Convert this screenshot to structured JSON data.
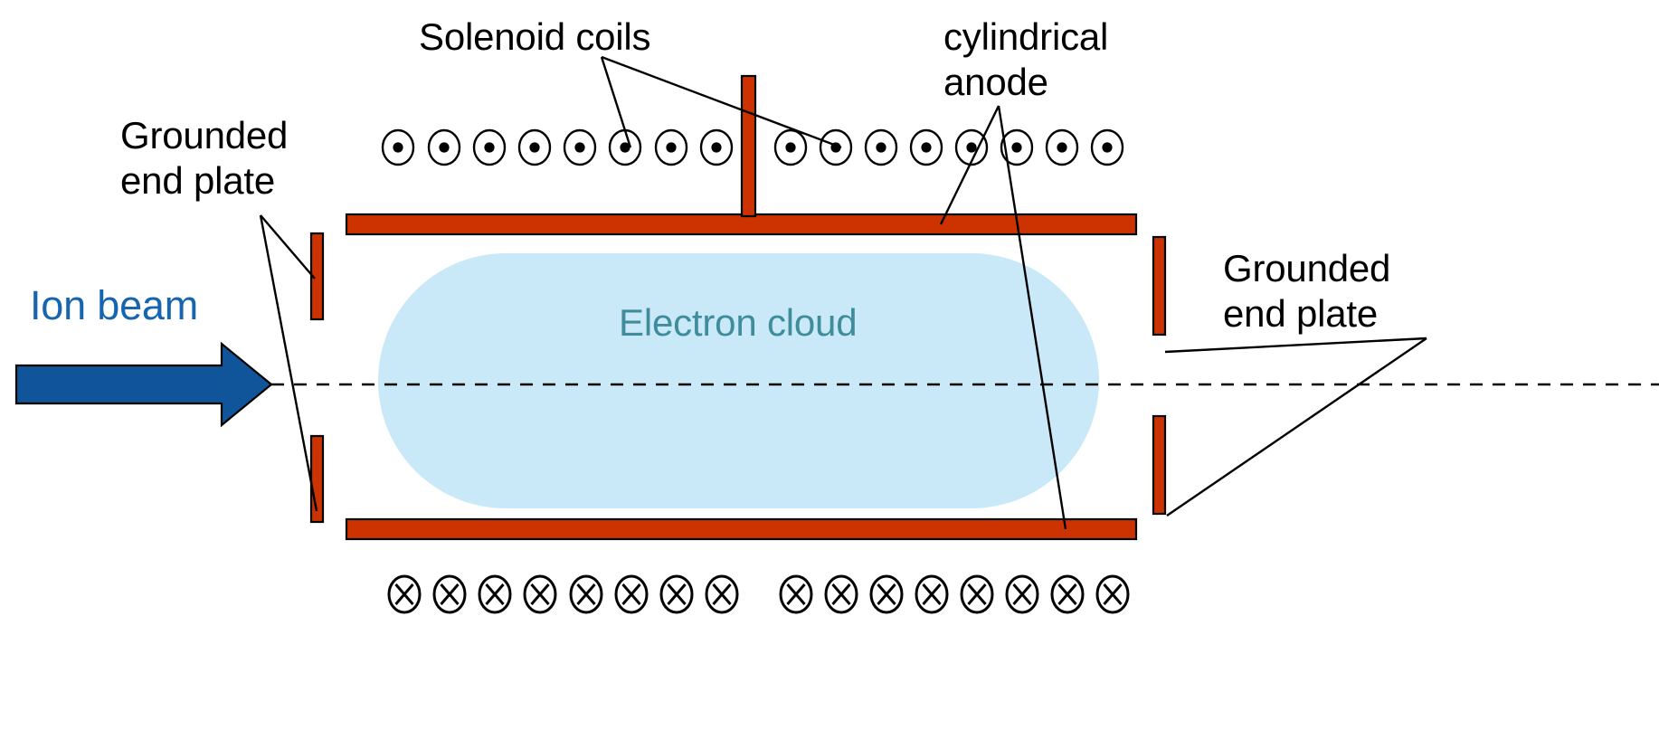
{
  "figure": {
    "title": "Cylindrical anode electron cloud ion beam neutralizer schematic",
    "background_color": "#FFFFFF"
  },
  "colors": {
    "electrode_red": "#CC3300",
    "electron_cloud_fill": "#C9E9F8",
    "electron_cloud_text": "#3F8C9B",
    "ion_beam_text": "#1565AF",
    "ion_beam_arrow_fill": "#10559A",
    "outline_black": "#000000"
  },
  "labels": {
    "solenoid_coils": "Solenoid coils",
    "cylindrical_anode": "cylindrical\nanode",
    "grounded_end_plate_left": "Grounded\nend plate",
    "grounded_end_plate_right": "Grounded\nend plate",
    "ion_beam": "Ion beam",
    "electron_cloud": "Electron cloud"
  },
  "field_markers": {
    "top_symbol": "dot-in-circle",
    "top_meaning": "magnetic field out of page",
    "top_count_left_group": 8,
    "top_count_right_group": 8,
    "top_count_total": 16,
    "bottom_symbol": "cross-in-circle",
    "bottom_meaning": "magnetic field into page",
    "bottom_count_left_group": 8,
    "bottom_count_right_group": 8,
    "bottom_count_total": 16
  },
  "components": [
    {
      "name": "anode-top-bar",
      "color": "#CC3300"
    },
    {
      "name": "anode-bottom-bar",
      "color": "#CC3300"
    },
    {
      "name": "anode-stem",
      "color": "#CC3300"
    },
    {
      "name": "end-plate-left-upper",
      "color": "#CC3300"
    },
    {
      "name": "end-plate-left-lower",
      "color": "#CC3300"
    },
    {
      "name": "end-plate-right-upper",
      "color": "#CC3300"
    },
    {
      "name": "end-plate-right-lower",
      "color": "#CC3300"
    },
    {
      "name": "electron-cloud-region",
      "color": "#C9E9F8"
    },
    {
      "name": "beam-axis-dashed-line",
      "color": "#000000"
    },
    {
      "name": "ion-beam-arrow",
      "color": "#10559A"
    }
  ]
}
